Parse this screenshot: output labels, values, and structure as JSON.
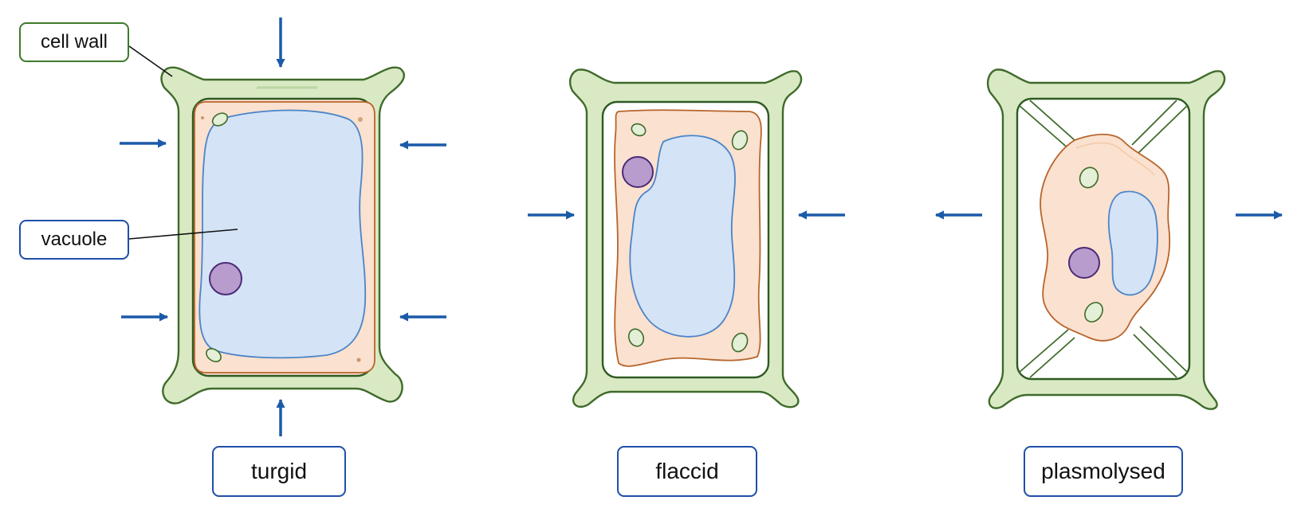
{
  "labels": {
    "cell_wall": "cell wall",
    "vacuole": "vacuole",
    "turgid": "turgid",
    "flaccid": "flaccid",
    "plasmolysed": "plasmolysed"
  },
  "colors": {
    "cell_wall_fill": "#d9e9c4",
    "cell_wall_stroke": "#3f6b2a",
    "cytoplasm_fill": "#fbe1cf",
    "cytoplasm_stroke": "#b7652c",
    "vacuole_fill": "#d4e3f6",
    "vacuole_stroke": "#4b84c8",
    "nucleus_fill": "#b89ccd",
    "nucleus_stroke": "#4b2a78",
    "chloroplast_fill": "#e3efd6",
    "arrow": "#1b5aa8",
    "label_green_border": "#3f7a2b",
    "label_blue_border": "#1f4fa8"
  }
}
